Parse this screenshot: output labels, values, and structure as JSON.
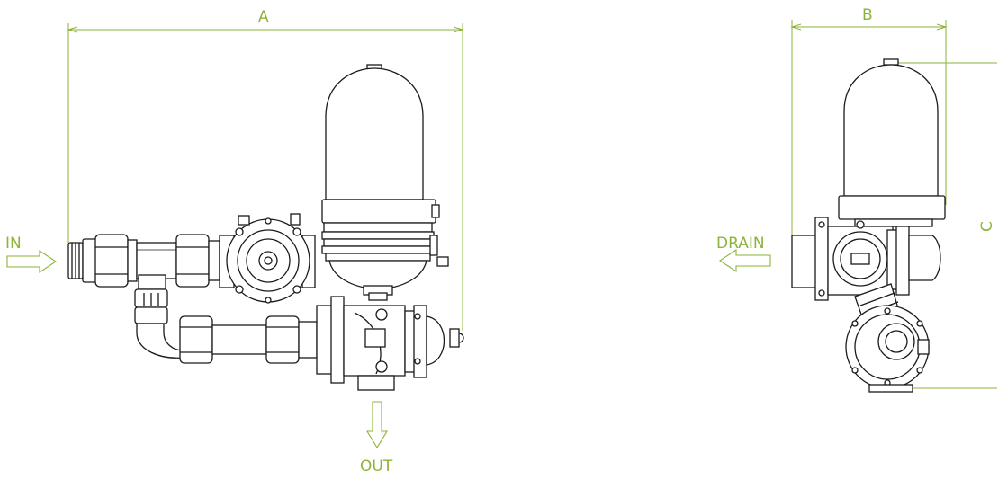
{
  "colors": {
    "accent": "#8db33a",
    "line": "#1a1a1a",
    "fill": "#ffffff"
  },
  "dimensions": {
    "a": "A",
    "b": "B",
    "c": "C"
  },
  "flow_labels": {
    "inlet": "IN",
    "outlet": "OUT",
    "drain": "DRAIN"
  }
}
